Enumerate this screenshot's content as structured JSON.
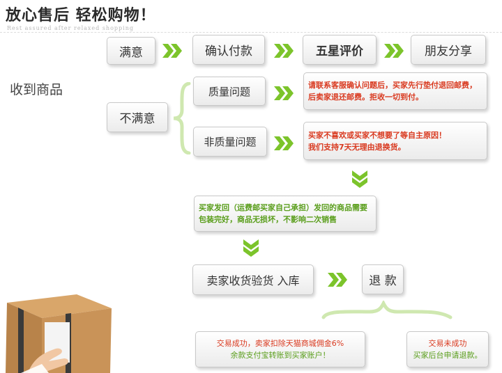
{
  "header": {
    "title": "放心售后  轻松购物！",
    "subtitle": "Rest assured after relaxed shopping"
  },
  "flow": {
    "start": "收到商品",
    "satisfied": "满意",
    "confirm_payment": "确认付款",
    "five_star": "五星评价",
    "share": "朋友分享",
    "unsatisfied": "不满意",
    "quality_issue": "质量问题",
    "quality_note": "请联系客服确认问题后，买家先行垫付退回邮费，后卖家退还邮费。拒收一切到付。",
    "non_quality_issue": "非质量问题",
    "non_quality_note_1": "买家不喜欢或买家不想要了等自主原因！",
    "non_quality_note_2": "我们支持7天无理由退换货。",
    "return_note": "买家发回（运费邮买家自己承担）发回的商品需要包装完好，商品无损坏，不影响二次销售",
    "seller_check": "卖家收货验货  入库",
    "refund": "退 款",
    "success_line1": "交易成功，卖家扣除天猫商城佣金6%",
    "success_line2": "余款支付宝转账到买家账户！",
    "fail_line1": "交易未成功",
    "fail_line2": "买家后台申请退款。"
  },
  "colors": {
    "arrow_green": "#7cc42b",
    "note_red": "#d9391f",
    "note_green": "#5a9e1c"
  }
}
